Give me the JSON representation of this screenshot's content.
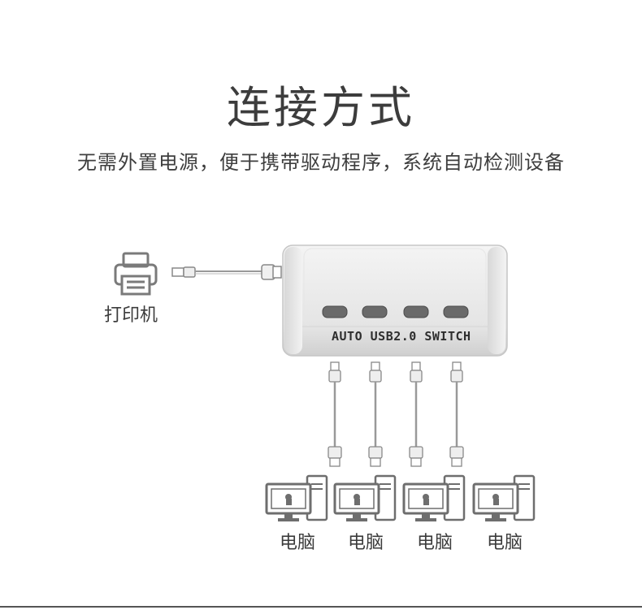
{
  "heading": {
    "title": "连接方式",
    "subtitle": "无需外置电源，便于携带驱动程序，系统自动检测设备"
  },
  "printer": {
    "label": "打印机",
    "icon": "printer-icon"
  },
  "switch": {
    "label": "AUTO  USB2.0 SWITCH",
    "buttons": 4
  },
  "computers": [
    {
      "label": "电脑"
    },
    {
      "label": "电脑"
    },
    {
      "label": "电脑"
    },
    {
      "label": "电脑"
    }
  ]
}
